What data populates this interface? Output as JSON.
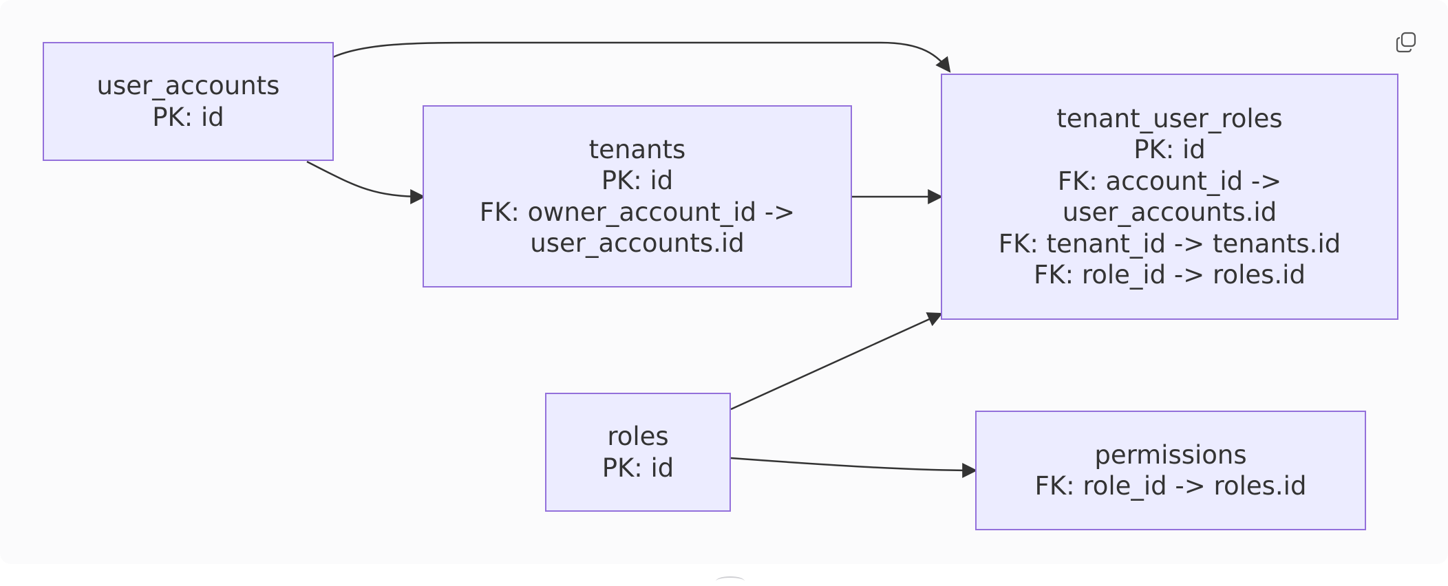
{
  "diagram": {
    "nodes": {
      "user_accounts": {
        "lines": [
          "user_accounts",
          "PK: id"
        ]
      },
      "tenants": {
        "lines": [
          "tenants",
          "PK: id",
          "FK: owner_account_id ->",
          "user_accounts.id"
        ]
      },
      "tenant_user_roles": {
        "lines": [
          "tenant_user_roles",
          "PK: id",
          "FK: account_id ->",
          "user_accounts.id",
          "FK: tenant_id -> tenants.id",
          "FK: role_id -> roles.id"
        ]
      },
      "roles": {
        "lines": [
          "roles",
          "PK: id"
        ]
      },
      "permissions": {
        "lines": [
          "permissions",
          "FK: role_id -> roles.id"
        ]
      }
    },
    "edges": [
      {
        "from": "user_accounts",
        "to": "tenant_user_roles"
      },
      {
        "from": "user_accounts",
        "to": "tenants"
      },
      {
        "from": "tenants",
        "to": "tenant_user_roles"
      },
      {
        "from": "roles",
        "to": "tenant_user_roles"
      },
      {
        "from": "roles",
        "to": "permissions"
      }
    ],
    "colors": {
      "node_fill": "#ECECFF",
      "node_border": "#9370DB",
      "edge": "#333333",
      "text": "#333333"
    }
  },
  "toolbar": {
    "copy_icon": "copy-icon"
  }
}
